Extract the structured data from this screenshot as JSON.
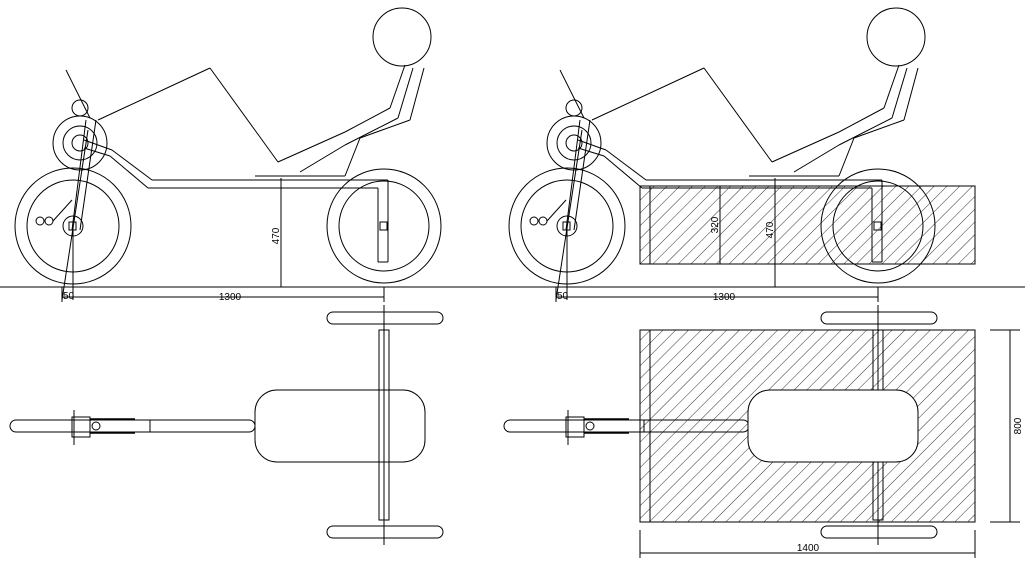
{
  "drawing": {
    "left_view": {
      "dim_height": "470",
      "dim_offset": "50",
      "dim_wheelbase": "1300"
    },
    "right_view": {
      "dim_cargo_height": "320",
      "dim_height": "470",
      "dim_offset": "50",
      "dim_wheelbase": "1300",
      "dim_cargo_width": "800",
      "dim_cargo_length": "1400"
    },
    "colors": {
      "line": "#000000",
      "background": "#ffffff"
    }
  }
}
